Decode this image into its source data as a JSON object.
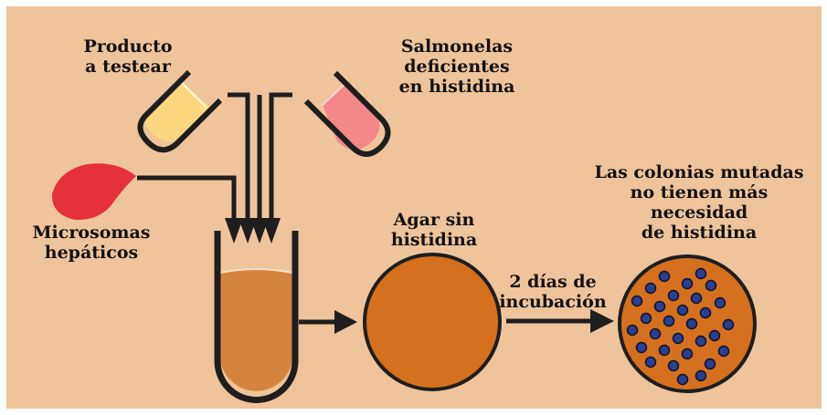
{
  "labels": {
    "product": [
      "Producto",
      "a testear"
    ],
    "salmonella": [
      "Salmonelas",
      "deficientes",
      "en histidina"
    ],
    "microsomes": [
      "Microsomas",
      "hepáticos"
    ],
    "agar": [
      "Agar sin",
      "histidina"
    ],
    "incubation": [
      "2 días de",
      "incubación"
    ],
    "mutated": [
      "Las colonias mutadas",
      "no tienen más",
      "necesidad",
      "de histidina"
    ]
  },
  "colors": {
    "background": "#efc49a",
    "ink": "#1e1e1e",
    "product_liquid": "#fdd77f",
    "salmonella_liquid": "#f3878a",
    "microsome_drop": "#e5313a",
    "tube_liquid": "#d5843f",
    "agar": "#d4701e",
    "colony": "#2a3f8f"
  }
}
